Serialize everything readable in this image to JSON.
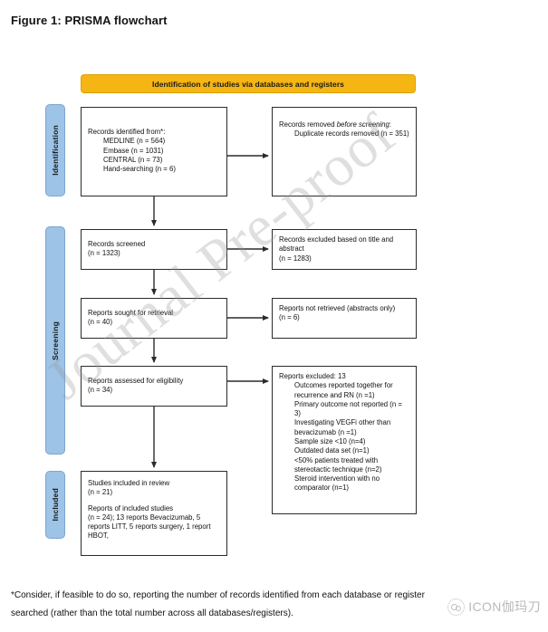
{
  "figure": {
    "caption": "Figure 1: PRISMA flowchart"
  },
  "watermarks": {
    "diagonal": "Journal Pre-proof",
    "corner_logo_text": "ICON伽玛刀"
  },
  "colors": {
    "phase_header_fill": "#f5b513",
    "stage_label_fill": "#9dc3e6",
    "box_border": "#2b2b2b",
    "page_background": "#ffffff",
    "watermark_gray": "#969696"
  },
  "phase_header": {
    "label": "Identification of studies via databases and registers"
  },
  "stages": [
    {
      "id": "identification",
      "label": "Identification"
    },
    {
      "id": "screening",
      "label": "Screening"
    },
    {
      "id": "included",
      "label": "Included"
    }
  ],
  "boxes": {
    "identified": {
      "title": "Records identified from*:",
      "items": [
        "MEDLINE (n = 564)",
        "Embase (n = 1031)",
        "CENTRAL (n = 73)",
        "Hand-searching (n = 6)"
      ]
    },
    "removed": {
      "title_pre": "Records removed ",
      "title_em": "before screening",
      "title_post": ":",
      "items": [
        "Duplicate records removed (n = 351)"
      ]
    },
    "screened": {
      "line1": "Records screened",
      "line2": "(n = 1323)"
    },
    "excluded_title_abstract": {
      "line1": "Records excluded based on title and abstract",
      "line2": "(n = 1283)"
    },
    "sought": {
      "line1": "Reports sought for retrieval",
      "line2": "(n = 40)"
    },
    "not_retrieved": {
      "line1": "Reports not retrieved (abstracts only)",
      "line2": "(n = 6)"
    },
    "assessed": {
      "line1": "Reports assessed for eligibility",
      "line2": "(n = 34)"
    },
    "reports_excluded": {
      "title": "Reports excluded: 13",
      "items": [
        "Outcomes reported together for recurrence and RN (n =1)",
        "Primary outcome not reported (n = 3)",
        "Investigating VEGFi other than bevacizumab (n =1)",
        "Sample size <10 (n=4)",
        "Outdated data set (n=1)",
        "<50% patients treated with stereotactic technique (n=2)",
        "Steroid intervention with no comparator (n=1)"
      ]
    },
    "included": {
      "line1": "Studies included in review",
      "line2": "(n = 21)",
      "line3": "Reports of included studies",
      "line4": "(n = 24); 13 reports Bevacizumab, 5 reports LITT, 5 reports surgery,  1 report HBOT,"
    }
  },
  "footnote": {
    "line1": "*Consider, if feasible to do so, reporting the number of records identified from each database or register",
    "line2": "searched (rather than the total number across all databases/registers)."
  }
}
